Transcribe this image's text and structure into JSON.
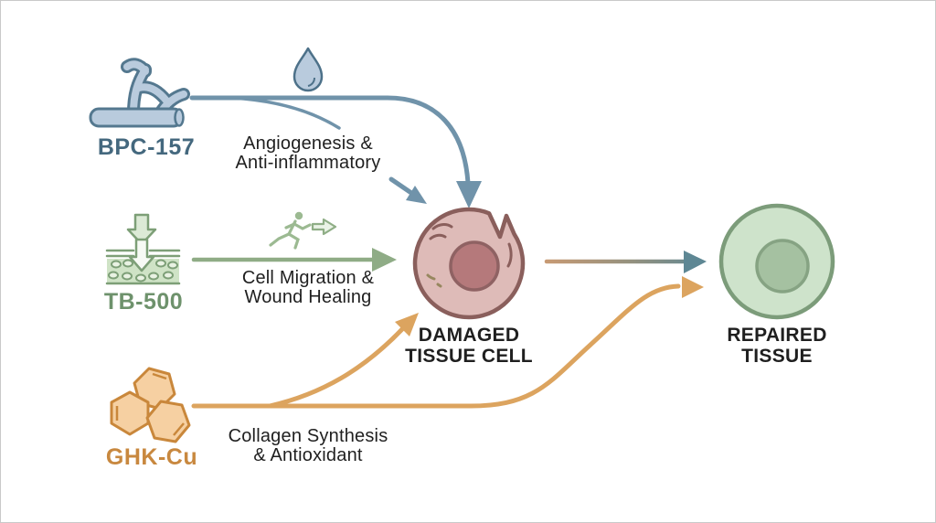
{
  "diagram": {
    "type": "pathway-diagram",
    "background": "#ffffff",
    "pathways": [
      {
        "name": "bpc-157",
        "label": "BPC-157",
        "effect_line1": "Angiogenesis &",
        "effect_line2": "Anti-inflammatory",
        "label_color": "#44687e",
        "arrow_color": "#7093aa",
        "icon": "blood-vessel-icon",
        "secondary_icon": "water-drop-icon",
        "icon_fill": "#b9cbdd",
        "icon_stroke": "#54788f",
        "target": "damaged-tissue-cell"
      },
      {
        "name": "tb-500",
        "label": "TB-500",
        "effect_line1": "Cell Migration &",
        "effect_line2": "Wound Healing",
        "label_color": "#6e926c",
        "arrow_color": "#8fac86",
        "icon": "tissue-penetration-icon",
        "secondary_icon": "running-person-icon",
        "icon_fill": "#cfe3c6",
        "icon_stroke": "#7d9f77",
        "target": "damaged-tissue-cell"
      },
      {
        "name": "ghk-cu",
        "label": "GHK-Cu",
        "effect_line1": "Collagen Synthesis",
        "effect_line2": "& Antioxidant",
        "label_color": "#c8883f",
        "arrow_color": "#dca45f",
        "icon": "peptide-ring-icon",
        "icon_fill": "#f6d0a2",
        "icon_stroke": "#c9873b",
        "targets": [
          "damaged-tissue-cell",
          "repaired-tissue"
        ]
      }
    ],
    "nodes": [
      {
        "name": "damaged-tissue-cell",
        "label_line1": "DAMAGED",
        "label_line2": "TISSUE CELL",
        "fill": "#debbb8",
        "stroke": "#8a5f5c",
        "nucleus_fill": "#b5797b"
      },
      {
        "name": "repaired-tissue",
        "label_line1": "REPAIRED",
        "label_line2": "TISSUE",
        "fill": "#cee3cb",
        "stroke": "#7c9c7a",
        "nucleus_fill": "#a5c1a1"
      }
    ],
    "transition_arrow": {
      "from": "damaged-tissue-cell",
      "to": "repaired-tissue",
      "gradient_start": "#c79a74",
      "gradient_end": "#618893"
    },
    "text_color": "#1f1f1f"
  }
}
